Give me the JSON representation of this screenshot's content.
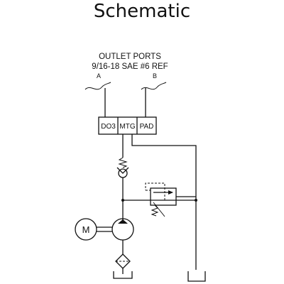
{
  "title": "Schematic",
  "outlet": {
    "line1": "OUTLET PORTS",
    "line2": "9/16-18 SAE #6 REF",
    "port_a": "A",
    "port_b": "B"
  },
  "manifold": {
    "left": "DO3",
    "middle": "MTG",
    "right": "PAD"
  },
  "motor": {
    "label": "M"
  }
}
